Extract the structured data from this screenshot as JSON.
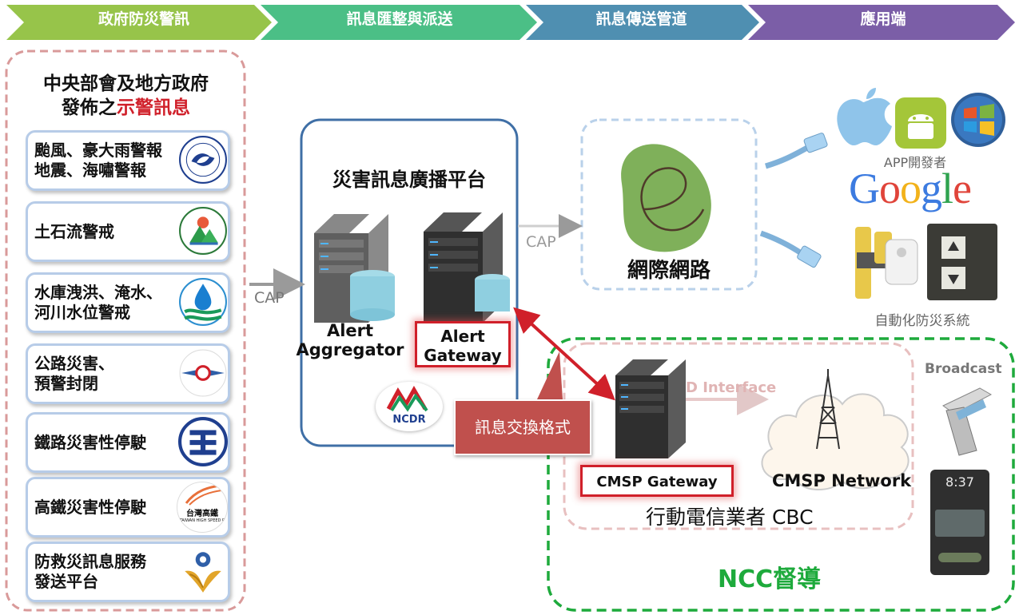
{
  "stages": [
    "政府防災警訊",
    "訊息匯整與派送",
    "訊息傳送管道",
    "應用端"
  ],
  "stage_colors": [
    "#97c44a",
    "#4bbf86",
    "#4f8fb1",
    "#7b5ea7"
  ],
  "left_panel": {
    "title_line1": "中央部會及地方政府",
    "title_line2_black": "發佈之",
    "title_line2_red": "示警訊息"
  },
  "agencies": [
    {
      "label": "颱風、豪大雨警報\n地震、海嘯警報",
      "logo": "cwb-seal-icon"
    },
    {
      "label": "土石流警戒",
      "logo": "swcb-seal-icon"
    },
    {
      "label": "水庫洩洪、淹水、\n河川水位警戒",
      "logo": "water-agency-icon"
    },
    {
      "label": "公路災害、\n預警封閉",
      "logo": "highway-bureau-icon"
    },
    {
      "label": "鐵路災害性停駛",
      "logo": "railway-icon"
    },
    {
      "label": "高鐵災害性停駛",
      "logo": "hsr-icon"
    },
    {
      "label": "防救災訊息服務\n發送平台",
      "logo": "government-emblem-icon"
    }
  ],
  "logo_texts": {
    "hsr_line1": "台灣高鐵",
    "hsr_line2": "TAIWAN HIGH SPEED R"
  },
  "platform": {
    "title": "災害訊息廣播平台",
    "aggregator_line1": "Alert",
    "aggregator_line2": "Aggregator",
    "gateway_line1": "Alert",
    "gateway_line2": "Gateway",
    "logo_text": "NCDR"
  },
  "connectors": {
    "cap_left": "CAP",
    "cap_right": "CAP",
    "d_interface": "D Interface"
  },
  "internet": {
    "label": "網際網路"
  },
  "callout": {
    "label": "訊息交換格式"
  },
  "apps": {
    "app_dev": "APP開發者",
    "google": [
      "G",
      "o",
      "o",
      "g",
      "l",
      "e"
    ],
    "google_colors": [
      "#3c7be0",
      "#e0443a",
      "#f2b21a",
      "#3c7be0",
      "#2fa34f",
      "#e0443a"
    ],
    "automation": "自動化防災系統",
    "broadcast": "Broadcast",
    "phone_time": "8:37"
  },
  "cbc": {
    "cmsp_gateway": "CMSP Gateway",
    "cmsp_network": "CMSP Network",
    "operator": "行動電信業者 CBC",
    "ncc": "NCC督導"
  },
  "colors": {
    "alert_red": "#d0202a",
    "ncc_green": "#1eaa3c",
    "callout_red": "#c0504d",
    "platform_border": "#3f6fa6"
  }
}
